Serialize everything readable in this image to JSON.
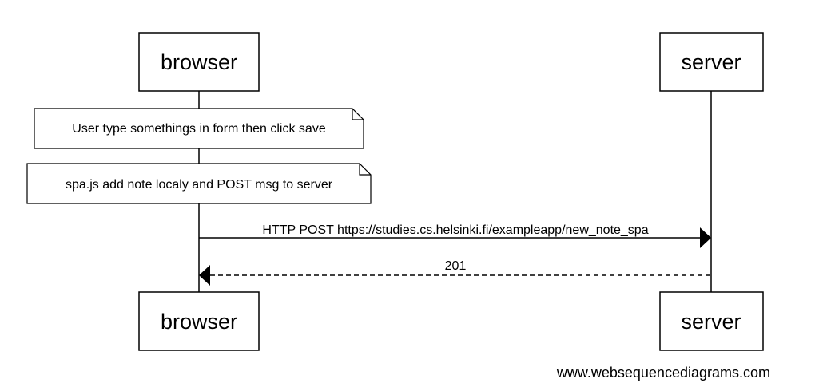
{
  "diagram": {
    "participants": [
      {
        "id": "browser",
        "label": "browser"
      },
      {
        "id": "server",
        "label": "server"
      }
    ],
    "notes": [
      {
        "text": "User type somethings in form then click save"
      },
      {
        "text": "spa.js add note localy and POST msg to server"
      }
    ],
    "messages": [
      {
        "from": "browser",
        "to": "server",
        "style": "solid",
        "text": "HTTP POST https://studies.cs.helsinki.fi/exampleapp/new_note_spa"
      },
      {
        "from": "server",
        "to": "browser",
        "style": "dashed",
        "text": "201"
      }
    ],
    "footer": "www.websequencediagrams.com"
  }
}
